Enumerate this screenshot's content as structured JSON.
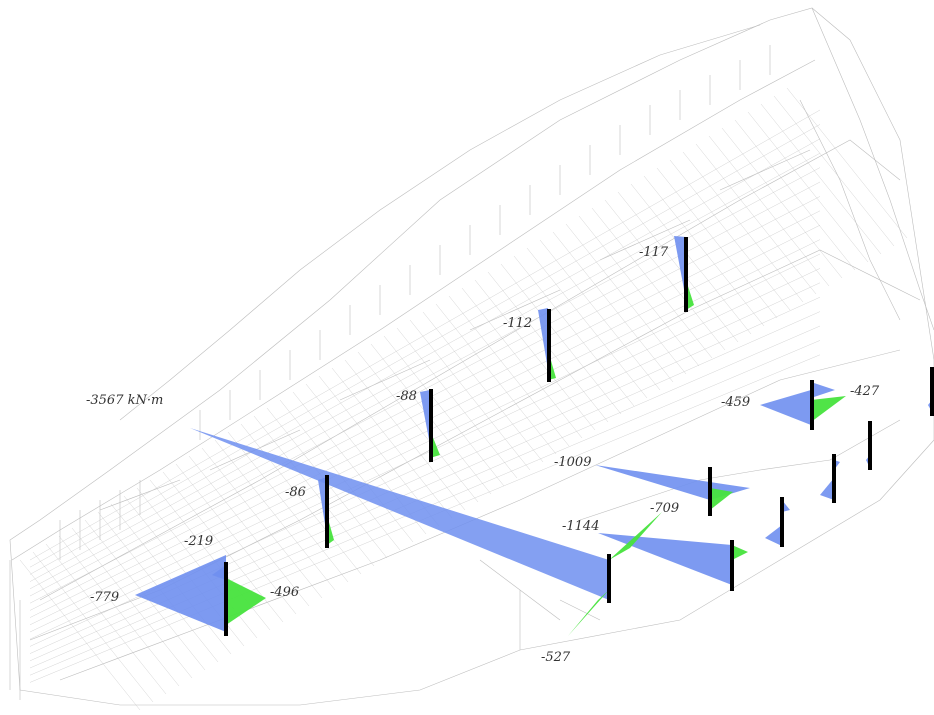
{
  "colors": {
    "background": "#ffffff",
    "mesh": "#b8b8b8",
    "negative_moment": "#6f8ff0",
    "positive_moment": "#47e33d",
    "column": "#000000",
    "label": "#333333"
  },
  "labels": {
    "max_moment": "-3567 kN·m",
    "c1_top": "-219",
    "c1_left": "-779",
    "c1_right": "-496",
    "c2": "-86",
    "c3": "-88",
    "c4": "-112",
    "c5": "-117",
    "c6_left": "-459",
    "c6_right": "-427",
    "c7": "-1009",
    "c7_green": "-709",
    "c8": "-1144",
    "c9_bottom": "-527"
  }
}
